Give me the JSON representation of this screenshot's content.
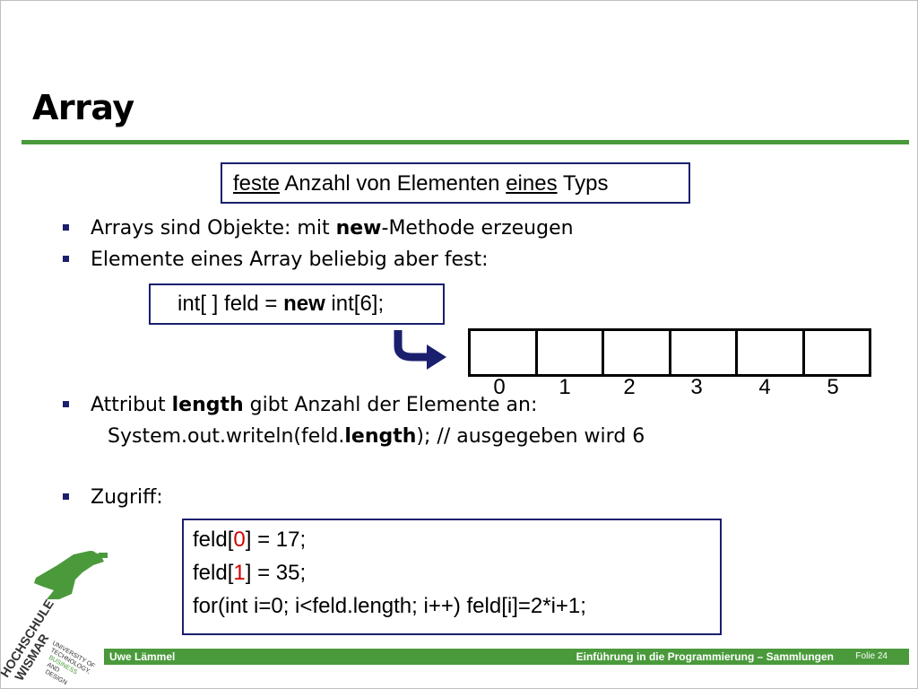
{
  "slide": {
    "title": "Array",
    "definition": {
      "p1": "feste",
      "p2": " Anzahl von Elementen ",
      "p3": "eines",
      "p4": " Typs"
    },
    "bullets": [
      {
        "pre": "Arrays sind Objekte: mit ",
        "bold": "new",
        "post": "-Methode erzeugen"
      },
      {
        "pre": "Elemente eines Array beliebig aber fest:",
        "bold": "",
        "post": ""
      },
      {
        "pre": "Attribut ",
        "bold": "length",
        "post": " gibt Anzahl der Elemente an:"
      },
      {
        "pre": "Zugriff:",
        "bold": "",
        "post": ""
      }
    ],
    "code_decl": {
      "pre": "int[ ] feld = ",
      "bold": "new",
      "post": " int[6];"
    },
    "array_indices": [
      "0",
      "1",
      "2",
      "3",
      "4",
      "5"
    ],
    "println_line": {
      "pre": "System.out.writeln(feld.",
      "bold": "length",
      "post": ");   // ausgegeben wird 6"
    },
    "access_lines": [
      {
        "pre": "feld[",
        "red": "0",
        "post": "] = 17;"
      },
      {
        "pre": "feld[",
        "red": "1",
        "post": "] = 35;"
      },
      {
        "pre": "for(int i=0; i<feld.length; i++) feld[i]=2*i+1;",
        "red": "",
        "post": ""
      }
    ]
  },
  "logo": {
    "line1": "HOCHSCHULE",
    "line2": "WISMAR",
    "line3": "UNIVERSITY OF",
    "line4": "TECHNOLOGY,",
    "line5": "BUSINESS",
    "line6": "AND",
    "line7": "DESIGN"
  },
  "footer": {
    "author": "Uwe Lämmel",
    "course": "Einführung in die Programmierung – Sammlungen",
    "page": "Folie 24"
  },
  "colors": {
    "accent_green": "#4a9a3c",
    "box_border": "#1a1f6e",
    "highlight_red": "#d40000"
  }
}
